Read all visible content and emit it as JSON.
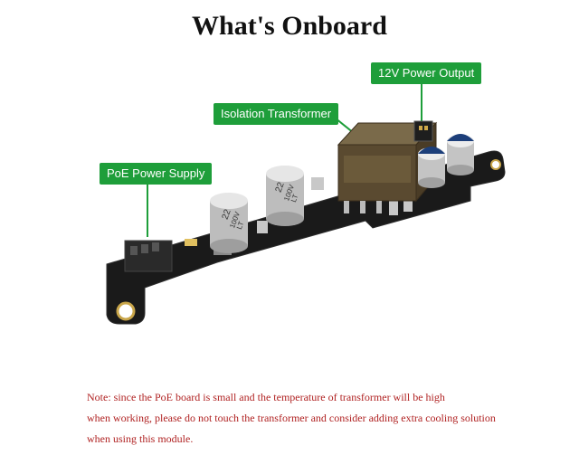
{
  "title": "What's Onboard",
  "callouts": {
    "poe_power_supply": "PoE Power Supply",
    "isolation_transformer": "Isolation Transformer",
    "power_output_12v": "12V Power Output"
  },
  "capacitor_labels": {
    "large_left": [
      "22",
      "100V",
      "LT"
    ],
    "large_right": [
      "22",
      "100V",
      "LT"
    ]
  },
  "note_lines": [
    "Note: since the PoE board is small and the temperature of transformer will be high",
    "when working, please do not touch the transformer and consider adding extra cooling solution",
    "when using this module."
  ],
  "colors": {
    "callout_bg": "#1e9e3a",
    "note_text": "#b02222",
    "pcb": "#1a1a1a"
  }
}
